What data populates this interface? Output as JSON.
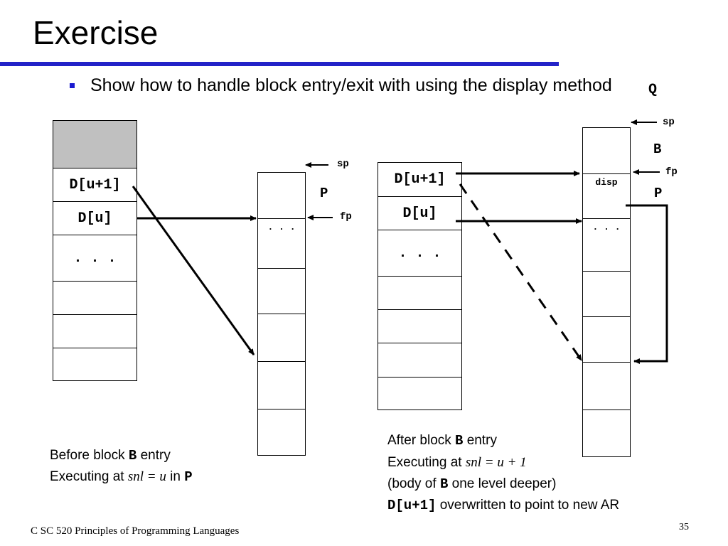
{
  "title": "Exercise",
  "bullet": "Show how to handle block entry/exit with using the display method",
  "q_glyph": "Q",
  "left_display": {
    "cells": [
      "",
      "D[u+1]",
      "D[u]",
      ". . .",
      "",
      "",
      ""
    ]
  },
  "left_stack": {
    "cells": [
      "",
      ". . .",
      "",
      "",
      "",
      ""
    ],
    "sp": "sp",
    "fp": "fp",
    "ar_label": "P"
  },
  "right_display": {
    "cells": [
      "D[u+1]",
      "D[u]",
      ". . .",
      "",
      "",
      "",
      ""
    ]
  },
  "right_stack": {
    "cells": [
      "",
      "disp",
      ". . .",
      "",
      "",
      "",
      ""
    ],
    "sp": "sp",
    "fp": "fp",
    "ar_label_top": "B",
    "ar_label_bottom": "P"
  },
  "caption_left": {
    "line1_prefix": "Before block ",
    "line1_block": "B",
    "line1_suffix": " entry",
    "line2_prefix": "Executing at ",
    "line2_expr": "snl = u",
    "line2_mid": " in ",
    "line2_proc": "P"
  },
  "caption_right": {
    "line1_prefix": "After block ",
    "line1_block": "B",
    "line1_suffix": " entry",
    "line2_prefix": "Executing at ",
    "line2_expr": "snl = u + 1",
    "line3_prefix": "(body of ",
    "line3_block": "B",
    "line3_suffix": " one level deeper)",
    "line4_code": "D[u+1]",
    "line4_suffix": " overwritten to point to new AR"
  },
  "footer": "C SC 520 Principles of Programming Languages",
  "page_number": "35"
}
